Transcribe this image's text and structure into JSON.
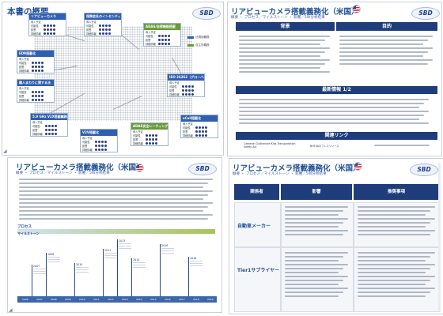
{
  "panel1": {
    "title": "本書の概要",
    "logo": "SBD",
    "cards": [
      {
        "title": "リアビューカメラ",
        "labels": [
          "導入予定",
          "可能性",
          "影響",
          "詳細情報"
        ],
        "color": "#2f5fb0"
      },
      {
        "title": "保険会社のインセンティブ",
        "labels": [
          "導入予定",
          "可能性",
          "影響",
          "詳細情報"
        ],
        "color": "#2f5fb0"
      },
      {
        "title": "ADAS/自律機能搭載",
        "labels": [
          "導入予定",
          "可能性",
          "影響",
          "詳細情報"
        ],
        "color": "#6a9a3a"
      },
      {
        "title": "EDR搭載化",
        "labels": [
          "導入予定",
          "可能性",
          "影響",
          "詳細情報"
        ],
        "color": "#2f5fb0"
      },
      {
        "title": "職人まわりに関する法",
        "labels": [
          "導入予定",
          "可能性",
          "影響",
          "詳細情報"
        ],
        "color": "#2f5fb0"
      },
      {
        "title": "ISO 26262（グローバル）",
        "labels": [
          "導入予定",
          "可能性",
          "影響",
          "詳細情報"
        ],
        "color": "#2f5fb0"
      },
      {
        "title": "5.9 GHz V2X搭載義務",
        "labels": [
          "導入予定",
          "可能性",
          "影響",
          "詳細情報"
        ],
        "color": "#2f5fb0"
      },
      {
        "title": "V2V搭載化",
        "labels": [
          "導入予定",
          "可能性",
          "影響",
          "詳細情報"
        ],
        "color": "#2f5fb0"
      },
      {
        "title": "ADAS安全レーティング",
        "labels": [
          "導入予定",
          "可能性",
          "影響",
          "詳細情報"
        ],
        "color": "#6a9a3a"
      },
      {
        "title": "eCall搭載化",
        "labels": [
          "導入予定",
          "可能性",
          "影響",
          "詳細情報"
        ],
        "color": "#2f5fb0"
      }
    ],
    "legend": [
      "法規制義務",
      "自主的義務"
    ]
  },
  "panel2": {
    "title": "リアビューカメラ搭載義務化（米国）",
    "crumb": "概要 ・ プロセス／マイルストーン ・ 影響／5W分析結果",
    "logo": "SBD",
    "col_background": "背景",
    "col_purpose": "目的",
    "latest": "最新情報 1/2",
    "related": "関連リンク",
    "link_cells": [
      "Cameron Gulbransen Kids Transportation Safety Act",
      "NHTSAのプレスリリース"
    ]
  },
  "panel3": {
    "title": "リアビューカメラ搭載義務化（米国）",
    "crumb": "概要 ・ プロセス／マイルストーン ・ 影響／5W分析結果",
    "logo": "SBD",
    "process": "プロセス",
    "milestone": "マイルストーン",
    "years": [
      "2006",
      "2007",
      "2008",
      "2009",
      "2010",
      "2011",
      "2012",
      "2013",
      "2014",
      "2015",
      "2016",
      "2017",
      "2018",
      "2019"
    ],
    "events": [
      "2007",
      "2008",
      "2010",
      "2012",
      "2013",
      "2014",
      "2016",
      "2018"
    ]
  },
  "panel4": {
    "title": "リアビューカメラ搭載義務化（米国）",
    "crumb": "概要 ・ プロセス／マイルストーン ・ 影響／5W分析結果",
    "logo": "SBD",
    "cols": [
      "関係者",
      "影響",
      "推奨事項"
    ],
    "rows": [
      "自動車メーカー",
      "Tier1サプライヤー"
    ]
  }
}
